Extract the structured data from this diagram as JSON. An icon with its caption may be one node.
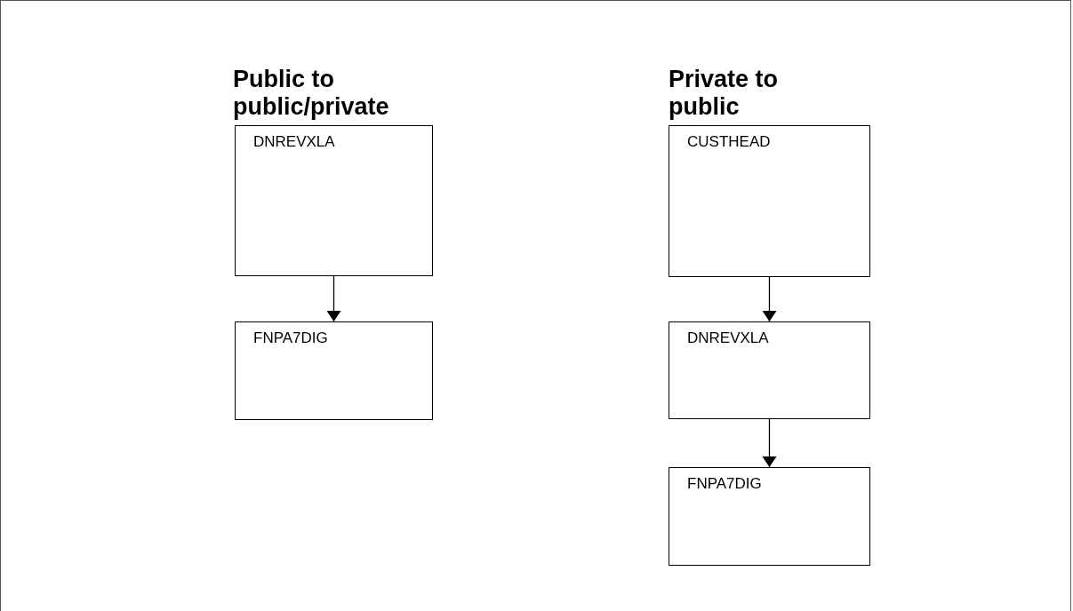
{
  "diagram": {
    "nodes": [
      {
        "text": [
          "DNREVXLA"
        ]
      },
      {
        "text": [
          "FNPA7DIG"
        ]
      },
      {
        "text": [
          "CUSTHEAD"
        ]
      },
      {
        "text": [
          "DNREVXLA"
        ]
      },
      {
        "text": [
          "FNPA7DIG"
        ]
      }
    ],
    "edges": [
      {
        "from": 0,
        "to": 1,
        "arrow": "to"
      },
      {
        "from": 2,
        "to": 3,
        "arrow": "to"
      },
      {
        "from": 3,
        "to": 4,
        "arrow": "to"
      }
    ],
    "labels": [
      "Public to public/private",
      "Private to public"
    ]
  }
}
